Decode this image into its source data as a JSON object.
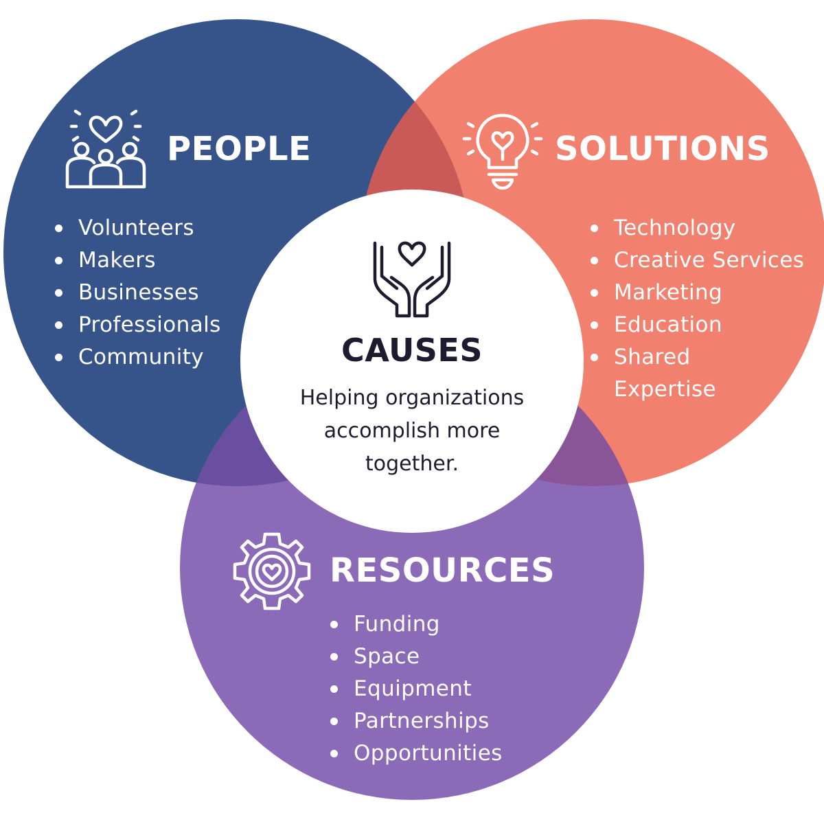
{
  "colors": {
    "people": "#37548a",
    "solutions": "#f2806f",
    "resources": "#8b6bb8",
    "people_solutions_overlap": "#c95a57",
    "people_resources_overlap": "#6a4fa0",
    "solutions_resources_overlap": "#8a5598",
    "center": "#ffffff",
    "center_text": "#1f1b2e"
  },
  "people": {
    "title": "PEOPLE",
    "icon": "group-heart-icon",
    "items": [
      "Volunteers",
      "Makers",
      "Businesses",
      "Professionals",
      "Community"
    ]
  },
  "solutions": {
    "title": "SOLUTIONS",
    "icon": "lightbulb-heart-icon",
    "items": [
      "Technology",
      "Creative Services",
      "Marketing",
      "Education",
      "Shared",
      "Expertise"
    ]
  },
  "resources": {
    "title": "RESOURCES",
    "icon": "gear-heart-icon",
    "items": [
      "Funding",
      "Space",
      "Equipment",
      "Partnerships",
      "Opportunities"
    ]
  },
  "causes": {
    "title": "CAUSES",
    "icon": "hands-heart-icon",
    "text": "Helping organizations accomplish more together."
  }
}
